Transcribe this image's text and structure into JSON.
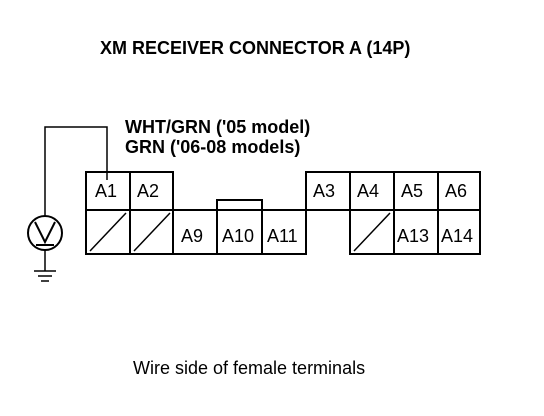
{
  "diagram": {
    "title": "XM RECEIVER CONNECTOR A (14P)",
    "wire_label_line1": "WHT/GRN ('05 model)",
    "wire_label_line2": "GRN ('06-08 models)",
    "caption": "Wire side of female terminals",
    "meter_symbol": "V",
    "connector": {
      "left_block": {
        "top_row": [
          "A1",
          "A2"
        ],
        "bottom_row_unused": 2,
        "bottom_row_labels": [
          "A9",
          "A10",
          "A11"
        ]
      },
      "right_block": {
        "top_row": [
          "A3",
          "A4",
          "A5",
          "A6"
        ],
        "bottom_row_unused": 1,
        "bottom_row_labels": [
          "A13",
          "A14"
        ]
      }
    },
    "probed_terminal": "A1",
    "ground_symbol": "ground-icon",
    "voltmeter_symbol": "voltmeter-icon",
    "colors": {
      "line": "#000000",
      "background": "#ffffff"
    }
  }
}
